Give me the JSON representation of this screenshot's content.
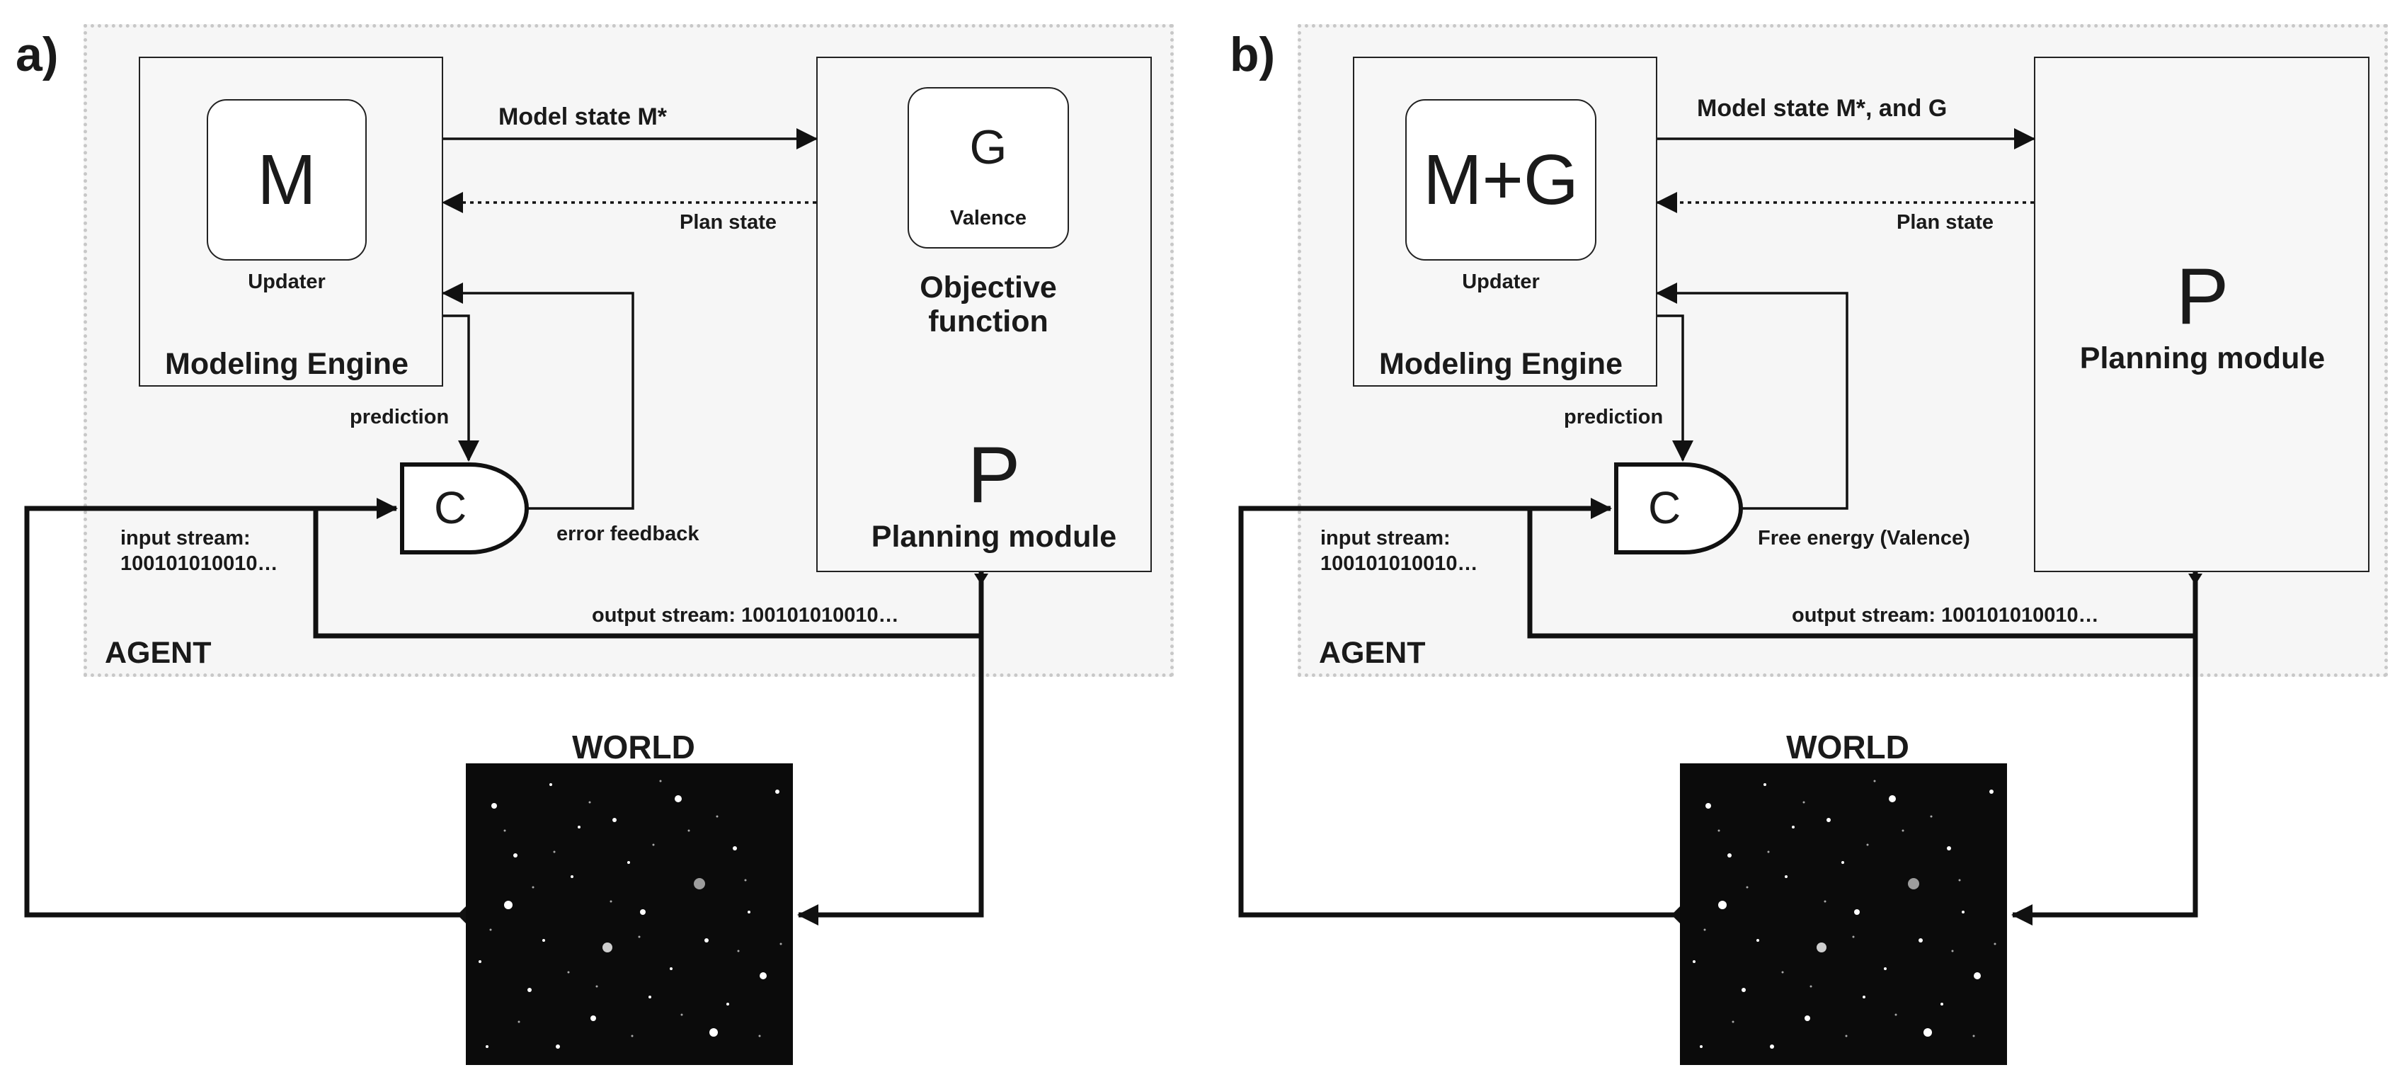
{
  "panels": [
    {
      "label": "a)",
      "modeling_box_letter": "M",
      "updater": "Updater",
      "modeling_engine": "Modeling Engine",
      "planning_top_box_letter": "G",
      "planning_top_box_sub": "Valence",
      "objective_line1": "Objective",
      "objective_line2": "function",
      "planning_letter": "P",
      "planning_module": "Planning module",
      "model_state": "Model  state M*",
      "plan_state": "Plan  state",
      "prediction": "prediction",
      "comparator": "C",
      "feedback": "error feedback",
      "input_stream_1": "input stream:",
      "input_stream_2": "100101010010…",
      "output_stream": "output stream: 100101010010…",
      "agent": "AGENT",
      "world": "WORLD"
    },
    {
      "label": "b)",
      "modeling_box_letter": "M+G",
      "updater": "Updater",
      "modeling_engine": "Modeling Engine",
      "planning_letter": "P",
      "planning_module": "Planning module",
      "model_state": "Model  state M*, and G",
      "plan_state": "Plan  state",
      "prediction": "prediction",
      "comparator": "C",
      "feedback": "Free energy  (Valence)",
      "input_stream_1": "input stream:",
      "input_stream_2": "100101010010…",
      "output_stream": "output stream: 100101010010…",
      "agent": "AGENT",
      "world": "WORLD"
    }
  ],
  "colors": {
    "line": "#111111",
    "agent_fill": "#f6f6f6",
    "agent_border": "#c8c8c8",
    "world_fill": "#0b0b0b"
  }
}
